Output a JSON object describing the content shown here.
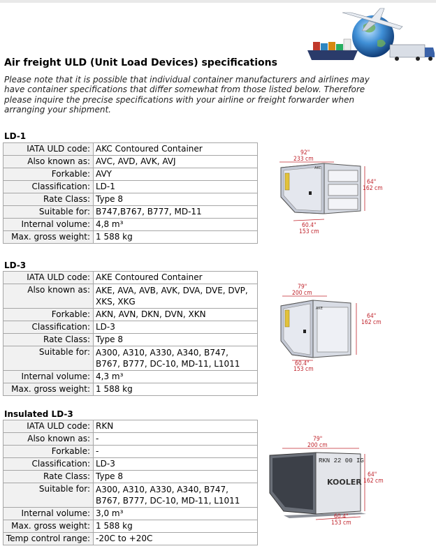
{
  "page": {
    "title": "Air freight ULD (Unit Load Devices) specifications",
    "intro": "Please note that it is possible that individual container manufacturers and airlines may have container specifications that differ somewhat from those listed below. Therefore please inquire the precise specifications with your airline or freight forwarder when arranging your shipment."
  },
  "sections": [
    {
      "title": "LD-1",
      "rows": [
        {
          "label": "IATA ULD code:",
          "value": "AKC Contoured Container"
        },
        {
          "label": "Also known as:",
          "value": "AVC, AVD, AVK, AVJ"
        },
        {
          "label": "Forkable:",
          "value": "AVY"
        },
        {
          "label": "Classification:",
          "value": "LD-1"
        },
        {
          "label": "Rate Class:",
          "value": "Type 8"
        },
        {
          "label": "Suitable for:",
          "value": "B747,B767, B777, MD-11"
        },
        {
          "label": "Internal volume:",
          "value": "4,8 m³"
        },
        {
          "label": "Max. gross weight:",
          "value": "1 588 kg"
        }
      ],
      "diagram": {
        "top_dim_in": "92\"",
        "top_dim_cm": "233 cm",
        "side_dim_in": "64\"",
        "side_dim_cm": "162 cm",
        "bottom_dim_in": "60.4\"",
        "bottom_dim_cm": "153 cm",
        "stencil": "AKC"
      }
    },
    {
      "title": "LD-3",
      "rows": [
        {
          "label": "IATA ULD code:",
          "value": "AKE Contoured Container"
        },
        {
          "label": "Also known as:",
          "value": "AKE, AVA, AVB, AVK, DVA, DVE, DVP, XKS, XKG"
        },
        {
          "label": "Forkable:",
          "value": "AKN, AVN, DKN, DVN, XKN"
        },
        {
          "label": "Classification:",
          "value": "LD-3"
        },
        {
          "label": "Rate Class:",
          "value": "Type 8"
        },
        {
          "label": "Suitable for:",
          "value": "A300, A310, A330, A340, B747, B767, B777, DC-10, MD-11, L1011"
        },
        {
          "label": "Internal volume:",
          "value": "4,3 m³"
        },
        {
          "label": "Max. gross weight:",
          "value": "1 588 kg"
        }
      ],
      "diagram": {
        "top_dim_in": "79\"",
        "top_dim_cm": "200 cm",
        "side_dim_in": "64\"",
        "side_dim_cm": "162 cm",
        "bottom_dim_in": "60.4\"",
        "bottom_dim_cm": "153 cm",
        "stencil": "AKE"
      }
    },
    {
      "title": "Insulated LD-3",
      "rows": [
        {
          "label": "IATA ULD code:",
          "value": "RKN"
        },
        {
          "label": "Also known as:",
          "value": "-"
        },
        {
          "label": "Forkable:",
          "value": "-"
        },
        {
          "label": "Classification:",
          "value": "LD-3"
        },
        {
          "label": "Rate Class:",
          "value": "Type 8"
        },
        {
          "label": "Suitable for:",
          "value": "A300, A310, A330, A340, B747, B767, B777, DC-10, MD-11, L1011"
        },
        {
          "label": "Internal volume:",
          "value": "3,0 m³"
        },
        {
          "label": "Max. gross weight:",
          "value": "1 588 kg"
        },
        {
          "label": "Temp control range:",
          "value": "-20C to +20C"
        }
      ],
      "diagram": {
        "top_dim_in": "79\"",
        "top_dim_cm": "200 cm",
        "side_dim_in": "64\"",
        "side_dim_cm": "162 cm",
        "bottom_dim_in": "60.4\"",
        "bottom_dim_cm": "153 cm",
        "stencil": "RKN 22 00 IG",
        "brand": "KOOLER"
      }
    }
  ],
  "colors": {
    "dimension": "#c0242c",
    "label_bg": "#f1f1f1",
    "border": "#a6a6a6"
  }
}
